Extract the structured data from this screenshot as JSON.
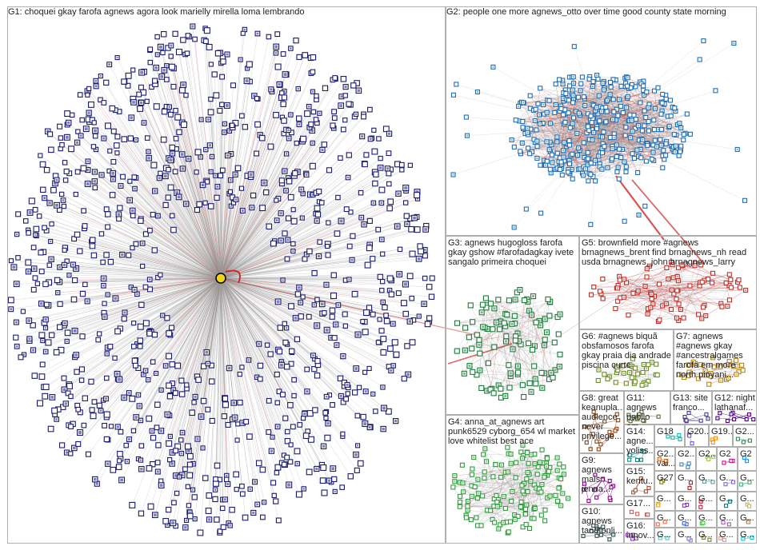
{
  "groups": [
    {
      "id": "G1",
      "label": "G1: choquei gkay farofa agnews agora look marielly mirella loma lembrando",
      "color": "#1a1a6e"
    },
    {
      "id": "G2",
      "label": "G2: people one more agnews_otto over time good county state morning",
      "color": "#1f6fb5"
    },
    {
      "id": "G3",
      "label": "G3: agnews hugogloss farofa gkay gshow #farofadagkay ivete sangalo primeira choquei",
      "color": "#1e7a3a"
    },
    {
      "id": "G4",
      "label": "G4: anna_at_agnews art punk6529 cyborg_654 wl market love whitelist best ace",
      "color": "#2e9e3a"
    },
    {
      "id": "G5",
      "label": "G5: brownfield more #agnews brnagnews_brent find brnagnews_nh read usda brnagnews_john brnagnews_larry",
      "color": "#c0302a"
    },
    {
      "id": "G6",
      "label": "G6: #agnews biquã obsfamosos farofa gkay praia dia andrade piscina curte",
      "color": "#6b8e23"
    },
    {
      "id": "G7",
      "label": "G7: agnews #agnews gkay #ancestralgames farofa em more north pioyani...",
      "color": "#b8860b"
    },
    {
      "id": "G8",
      "label": "G8: great keanupla... audience never privilege...",
      "color": "#8b4513"
    },
    {
      "id": "G9",
      "label": "G9: agnews mais jenna...",
      "color": "#8b008b"
    },
    {
      "id": "G10",
      "label": "G10: agnews tandfonli...",
      "color": "#2f4f4f"
    },
    {
      "id": "G11",
      "label": "G11: agnews pabllo em...",
      "color": "#556b2f"
    },
    {
      "id": "G12",
      "label": "G12: night lathanaf...",
      "color": "#4b0082"
    },
    {
      "id": "G13",
      "label": "G13: site franco...",
      "color": "#483d8b"
    },
    {
      "id": "G14",
      "label": "G14: agne... yoliss...",
      "color": "#008b8b"
    },
    {
      "id": "G15",
      "label": "G15: kentu...",
      "color": "#a0522d"
    },
    {
      "id": "G16",
      "label": "G16: innov...",
      "color": "#9932cc"
    },
    {
      "id": "G17",
      "label": "G17...",
      "color": "#cd5c5c"
    },
    {
      "id": "G18",
      "label": "G18",
      "color": "#20b2aa"
    },
    {
      "id": "G19",
      "label": "G19...",
      "color": "#ff8c00"
    },
    {
      "id": "G20",
      "label": "G20...",
      "color": "#6a5acd"
    },
    {
      "id": "G21",
      "label": "G2...",
      "color": "#2e8b57"
    },
    {
      "id": "G22",
      "label": "G2... vai...",
      "color": "#d2691e"
    },
    {
      "id": "G23",
      "label": "G2...",
      "color": "#4682b4"
    },
    {
      "id": "G24",
      "label": "G2...",
      "color": "#9acd32"
    },
    {
      "id": "G25",
      "label": "G2",
      "color": "#c71585"
    },
    {
      "id": "G26",
      "label": "G2",
      "color": "#1e90ff"
    },
    {
      "id": "G27",
      "label": "G27",
      "color": "#808000"
    },
    {
      "id": "G28",
      "label": "G...",
      "color": "#b22222"
    },
    {
      "id": "G29",
      "label": "G...",
      "color": "#5f9ea0"
    },
    {
      "id": "G30",
      "label": "G...",
      "color": "#7b68ee"
    },
    {
      "id": "G31",
      "label": "G...",
      "color": "#3cb371"
    },
    {
      "id": "G32",
      "label": "G...",
      "color": "#daa520"
    },
    {
      "id": "G33",
      "label": "G...",
      "color": "#8a2be2"
    },
    {
      "id": "G34",
      "label": "G...",
      "color": "#dc143c"
    },
    {
      "id": "G35",
      "label": "G...",
      "color": "#008080"
    },
    {
      "id": "G36",
      "label": "G...",
      "color": "#bdb76b"
    },
    {
      "id": "G37",
      "label": "G...",
      "color": "#ff6347"
    },
    {
      "id": "G38",
      "label": "G...",
      "color": "#4169e1"
    },
    {
      "id": "G39",
      "label": "G...",
      "color": "#32cd32"
    },
    {
      "id": "G40",
      "label": "G...",
      "color": "#ba55d3"
    },
    {
      "id": "G41",
      "label": "G...",
      "color": "#cd853f"
    },
    {
      "id": "G42",
      "label": "G...",
      "color": "#48d1cc"
    },
    {
      "id": "G43",
      "label": "G...",
      "color": "#9370db"
    },
    {
      "id": "G44",
      "label": "G...",
      "color": "#6b8e23"
    },
    {
      "id": "G45",
      "label": "G...",
      "color": "#e9967a"
    },
    {
      "id": "G46",
      "label": "G...",
      "color": "#00ced1"
    },
    {
      "id": "G47",
      "label": "G...",
      "color": "#a52a2a"
    },
    {
      "id": "G48",
      "label": "G...",
      "color": "#778899"
    },
    {
      "id": "G49",
      "label": "G...",
      "color": "#228b22"
    },
    {
      "id": "G50",
      "label": "G...",
      "color": "#ff1493"
    },
    {
      "id": "G51",
      "label": "G...",
      "color": "#191970"
    }
  ],
  "edge_colors": {
    "gray": "#9a9a9a",
    "red": "#cc2a2a",
    "blue": "#3a7fc8"
  }
}
